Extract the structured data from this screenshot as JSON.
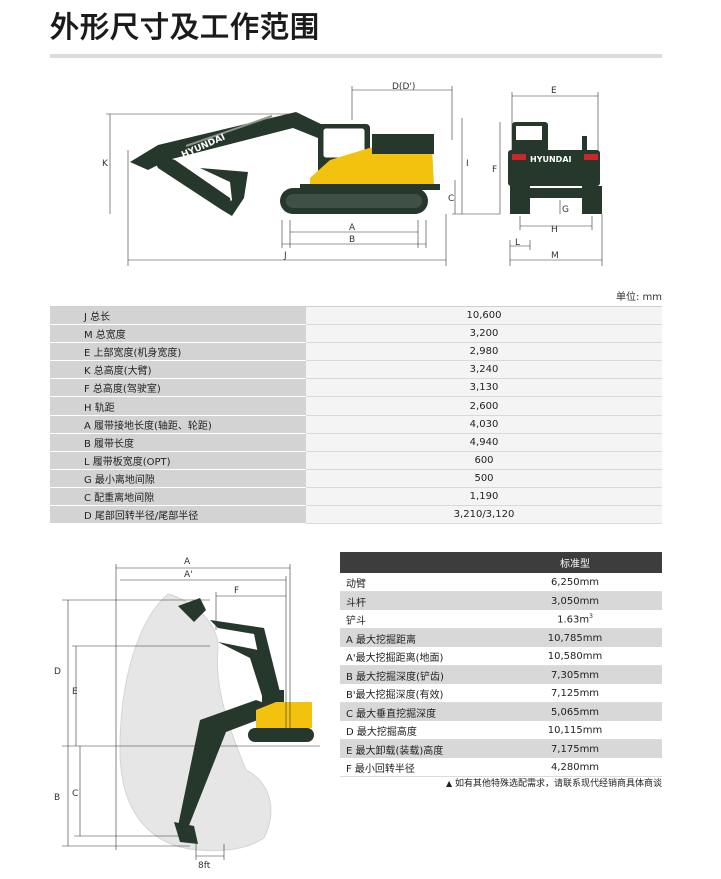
{
  "title": "外形尺寸及工作范围",
  "dim_labels": {
    "K": "K",
    "D": "D(D')",
    "E": "E",
    "I": "I",
    "C": "C",
    "A": "A",
    "B": "B",
    "J": "J",
    "F": "F",
    "G": "G",
    "H": "H",
    "L": "L",
    "M": "M"
  },
  "brand": "HYUNDAI",
  "unit_note": "单位: mm",
  "dimensions": [
    {
      "label": "J 总长",
      "value": "10,600"
    },
    {
      "label": "M 总宽度",
      "value": "3,200"
    },
    {
      "label": "E 上部宽度(机身宽度)",
      "value": "2,980"
    },
    {
      "label": "K 总高度(大臂)",
      "value": "3,240"
    },
    {
      "label": "F 总高度(驾驶室)",
      "value": "3,130"
    },
    {
      "label": "H 轨距",
      "value": "2,600"
    },
    {
      "label": "A 履带接地长度(轴距、轮距)",
      "value": "4,030"
    },
    {
      "label": "B 履带长度",
      "value": "4,940"
    },
    {
      "label": "L 履带板宽度(OPT)",
      "value": "600"
    },
    {
      "label": "G 最小离地间隙",
      "value": "500"
    },
    {
      "label": "C 配重离地间隙",
      "value": "1,190"
    },
    {
      "label": "D 尾部回转半径/尾部半径",
      "value": "3,210/3,120"
    }
  ],
  "work_labels": {
    "A": "A",
    "A2": "A'",
    "F": "F",
    "D": "D",
    "E": "E",
    "B": "B",
    "C": "C",
    "ft": "8ft"
  },
  "work_range": {
    "header": "标准型",
    "rows": [
      {
        "label": "动臂",
        "value": "6,250mm"
      },
      {
        "label": "斗杆",
        "value": "3,050mm"
      },
      {
        "label": "铲斗",
        "value": "1.63",
        "sup": "3",
        "unit": "m"
      },
      {
        "label": "A 最大挖掘距离",
        "value": "10,785mm"
      },
      {
        "label": "A'最大挖掘距离(地面)",
        "value": "10,580mm"
      },
      {
        "label": "B 最大挖掘深度(铲齿)",
        "value": "7,305mm"
      },
      {
        "label": "B'最大挖掘深度(有效)",
        "value": "7,125mm"
      },
      {
        "label": "C 最大垂直挖掘深度",
        "value": "5,065mm"
      },
      {
        "label": "D 最大挖掘高度",
        "value": "10,115mm"
      },
      {
        "label": "E 最大卸载(装载)高度",
        "value": "7,175mm"
      },
      {
        "label": "F 最小回转半径",
        "value": "4,280mm"
      }
    ]
  },
  "footnote": {
    "mark": "▲",
    "text": " 如有其他特殊选配需求，请联系现代经销商具体商谈"
  },
  "colors": {
    "body_green": "#26372c",
    "accent_yellow": "#f2c20f",
    "red": "#c8282a",
    "range_grey": "#e6e6e6"
  }
}
